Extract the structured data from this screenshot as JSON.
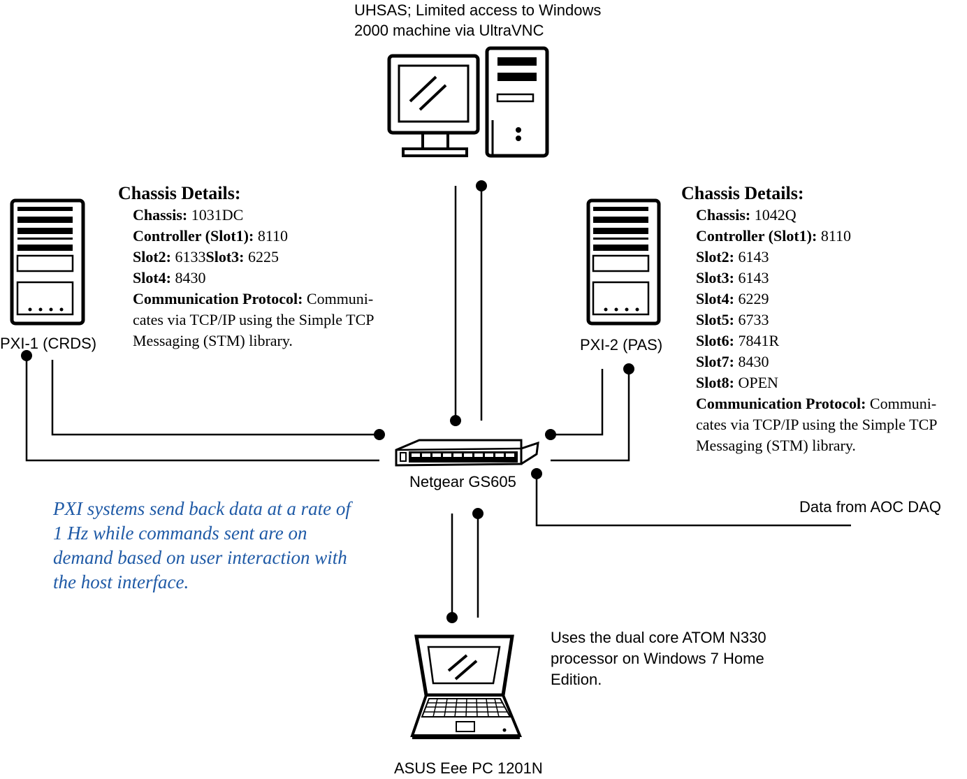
{
  "uhsas": {
    "label_line1": "UHSAS; Limited access to Windows",
    "label_line2": "2000 machine via UltraVNC"
  },
  "pxi1": {
    "label": "PXI-1 (CRDS)",
    "details_title": "Chassis Details:",
    "chassis_label": "Chassis:",
    "chassis_value": " 1031DC",
    "controller_label": "Controller (Slot1):",
    "controller_value": " 8110",
    "slot2_label": "Slot2:",
    "slot2_value": " 6133",
    "slot3_label": "Slot3:",
    "slot3_value": " 6225",
    "slot4_label": "Slot4:",
    "slot4_value": " 8430",
    "protocol_label": "Communication Protocol:",
    "protocol_line1": " Communi-",
    "protocol_line2": "cates via TCP/IP using the Simple TCP",
    "protocol_line3": "Messaging (STM) library."
  },
  "pxi2": {
    "label": "PXI-2 (PAS)",
    "details_title": "Chassis Details:",
    "chassis_label": "Chassis:",
    "chassis_value": " 1042Q",
    "controller_label": "Controller (Slot1):",
    "controller_value": " 8110",
    "slots": [
      {
        "label": "Slot2:",
        "value": " 6143"
      },
      {
        "label": "Slot3:",
        "value": " 6143"
      },
      {
        "label": "Slot4:",
        "value": " 6229"
      },
      {
        "label": "Slot5:",
        "value": " 6733"
      },
      {
        "label": "Slot6:",
        "value": " 7841R"
      },
      {
        "label": "Slot7:",
        "value": " 8430"
      },
      {
        "label": "Slot8:",
        "value": " OPEN"
      }
    ],
    "protocol_label": "Communication Protocol:",
    "protocol_line1": " Communi-",
    "protocol_line2": "cates via TCP/IP using the Simple TCP",
    "protocol_line3": "Messaging (STM) library."
  },
  "switch": {
    "label": "Netgear GS605"
  },
  "aoc": {
    "label": "Data from AOC DAQ"
  },
  "laptop": {
    "label": "ASUS Eee PC 1201N",
    "desc_line1": "Uses the dual core ATOM N330",
    "desc_line2": "processor on Windows 7 Home",
    "desc_line3": "Edition."
  },
  "note": {
    "line1": "PXI systems send back data at a rate of",
    "line2": "1 Hz while commands sent are on",
    "line3": "demand based on user interaction with",
    "line4": "the host interface."
  },
  "colors": {
    "note_text": "#1f5aa6",
    "stroke": "#000000"
  }
}
